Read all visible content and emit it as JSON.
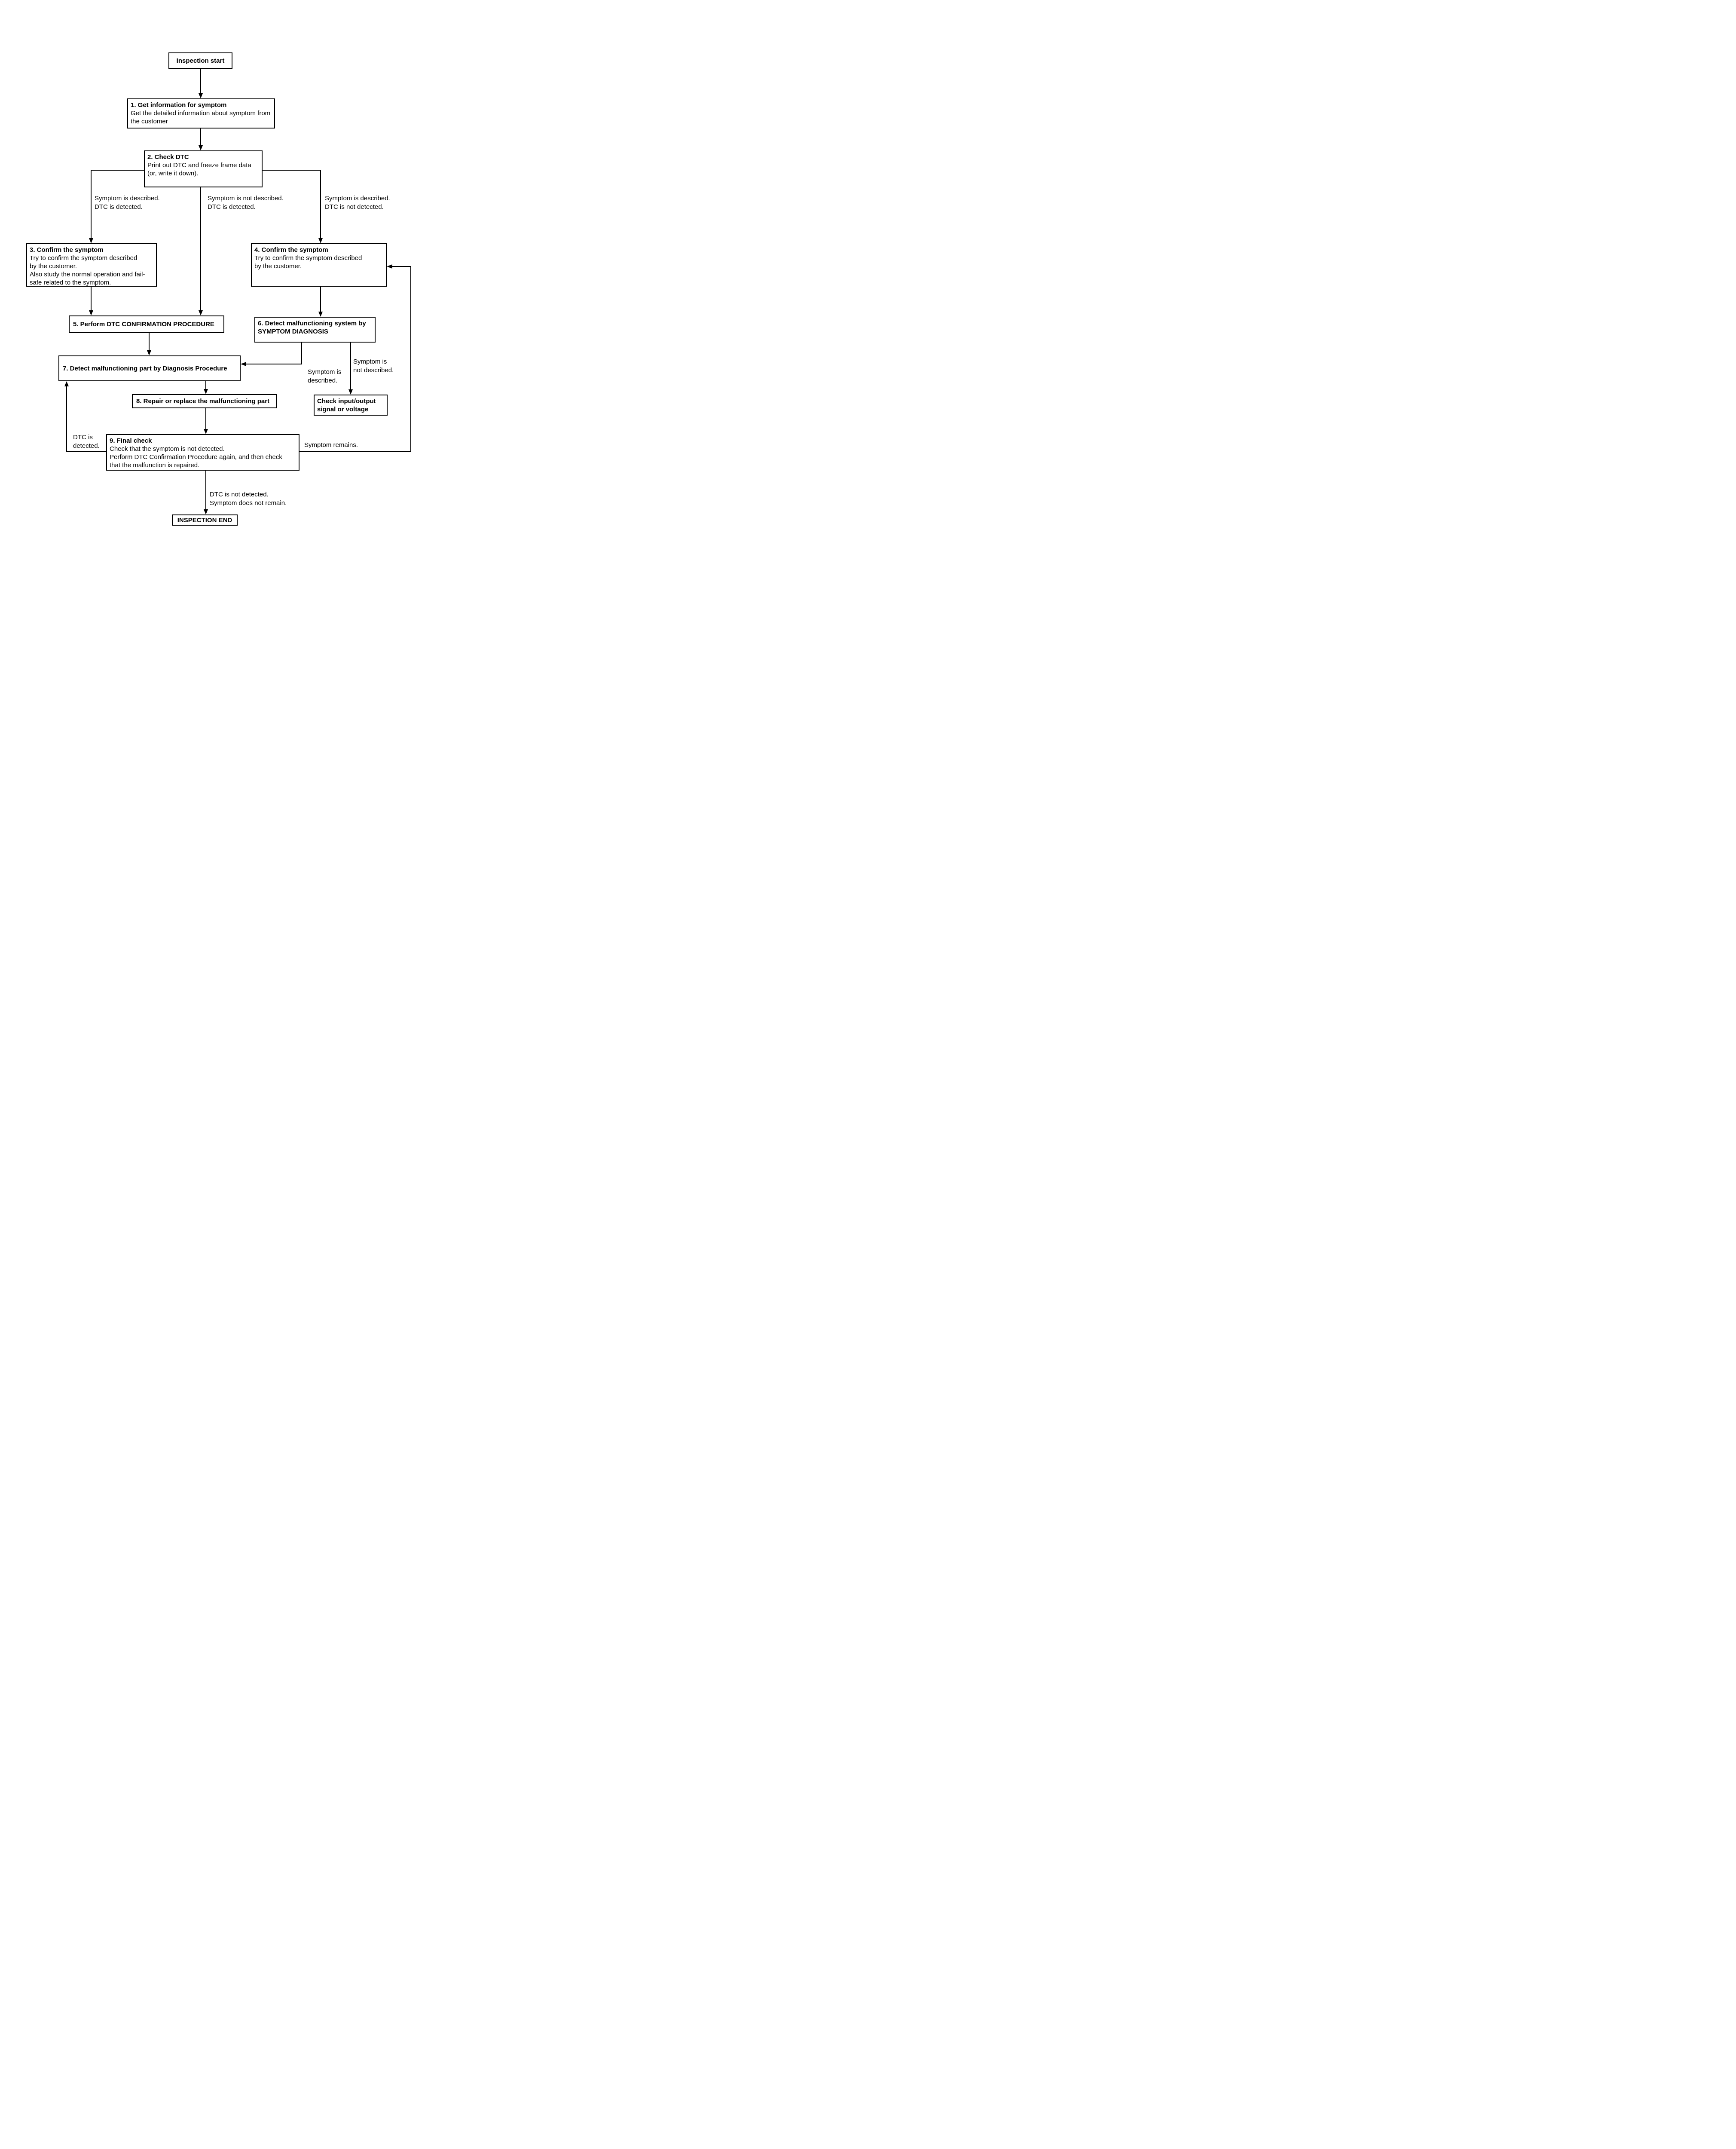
{
  "nodes": {
    "start": {
      "title": "Inspection start"
    },
    "box1": {
      "title": "1. Get information for symptom",
      "body": "Get the detailed information about symptom from\nthe customer"
    },
    "box2": {
      "title": "2. Check DTC",
      "body": "Print out DTC and freeze frame data\n(or, write it down)."
    },
    "box3": {
      "title": "3. Confirm the symptom",
      "body": "Try to confirm the symptom described\nby the customer.\nAlso study the normal operation and fail-\nsafe related to the symptom."
    },
    "box4": {
      "title": "4. Confirm the symptom",
      "body": "Try to confirm the symptom described\nby the customer."
    },
    "box5": {
      "title": "5. Perform DTC CONFIRMATION PROCEDURE"
    },
    "box6": {
      "title": "6. Detect malfunctioning system by\nSYMPTOM DIAGNOSIS"
    },
    "box7": {
      "title": "7. Detect malfunctioning part by Diagnosis Procedure"
    },
    "box8": {
      "title": "8. Repair or replace the malfunctioning part"
    },
    "box9": {
      "title": "9. Final check",
      "body": "Check that the symptom is not detected.\nPerform DTC Confirmation Procedure again, and then check\nthat the malfunction is repaired."
    },
    "check_io": {
      "title": "Check input/output\nsignal or voltage"
    },
    "end": {
      "title": "INSPECTION END"
    }
  },
  "labels": {
    "left_branch": "Symptom is described.\nDTC is detected.",
    "middle_branch": "Symptom is not described.\nDTC is detected.",
    "right_branch": "Symptom is described.\nDTC is not detected.",
    "symptom_described": "Symptom is\ndescribed.",
    "symptom_not_described": "Symptom is\nnot described.",
    "dtc_detected": "DTC is\ndetected.",
    "symptom_remains": "Symptom remains.",
    "final_ok": "DTC is not detected.\nSymptom does not remain."
  },
  "colors": {
    "line": "#000000",
    "background": "#ffffff",
    "text": "#000000"
  }
}
